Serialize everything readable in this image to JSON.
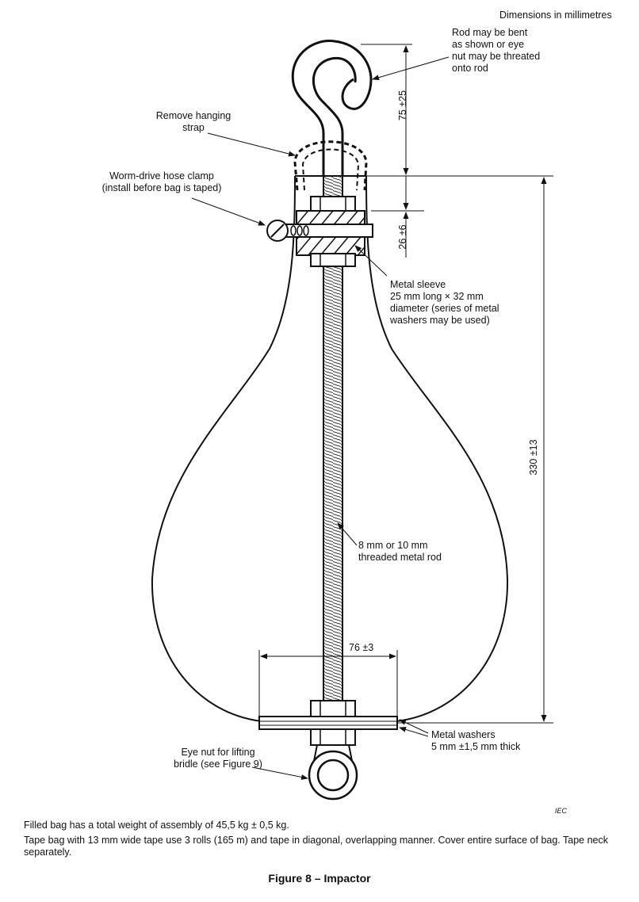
{
  "header": {
    "units": "Dimensions in millimetres"
  },
  "labels": {
    "rod_bent": [
      "Rod may be bent",
      "as shown or eye",
      "nut may be threated",
      "onto rod"
    ],
    "strap": [
      "Remove hanging",
      "strap"
    ],
    "clamp": [
      "Worm-drive hose clamp",
      "(install before bag is taped)"
    ],
    "sleeve": [
      "Metal sleeve",
      "25 mm long × 32 mm",
      "diameter (series of metal",
      "washers may be used)"
    ],
    "rod": [
      "8 mm or 10 mm",
      "threaded metal rod"
    ],
    "washers": [
      "Metal washers",
      "5 mm ±1,5 mm thick"
    ],
    "eye_nut": [
      "Eye nut for lifting",
      "bridle (see Figure 9)"
    ]
  },
  "dimensions": {
    "hook": "75 ±25",
    "sleeve": "26 ±6",
    "overall": "330 ±13",
    "width": "76 ±3"
  },
  "mark": "IEC",
  "notes": [
    "Filled bag has a total weight of assembly of 45,5 kg ± 0,5 kg.",
    "Tape bag with 13 mm wide tape use 3 rolls (165 m) and tape in diagonal, overlapping manner. Cover entire surface of bag. Tape neck separately."
  ],
  "caption": "Figure 8 – Impactor",
  "colors": {
    "ink": "#111111",
    "paper": "#ffffff"
  }
}
